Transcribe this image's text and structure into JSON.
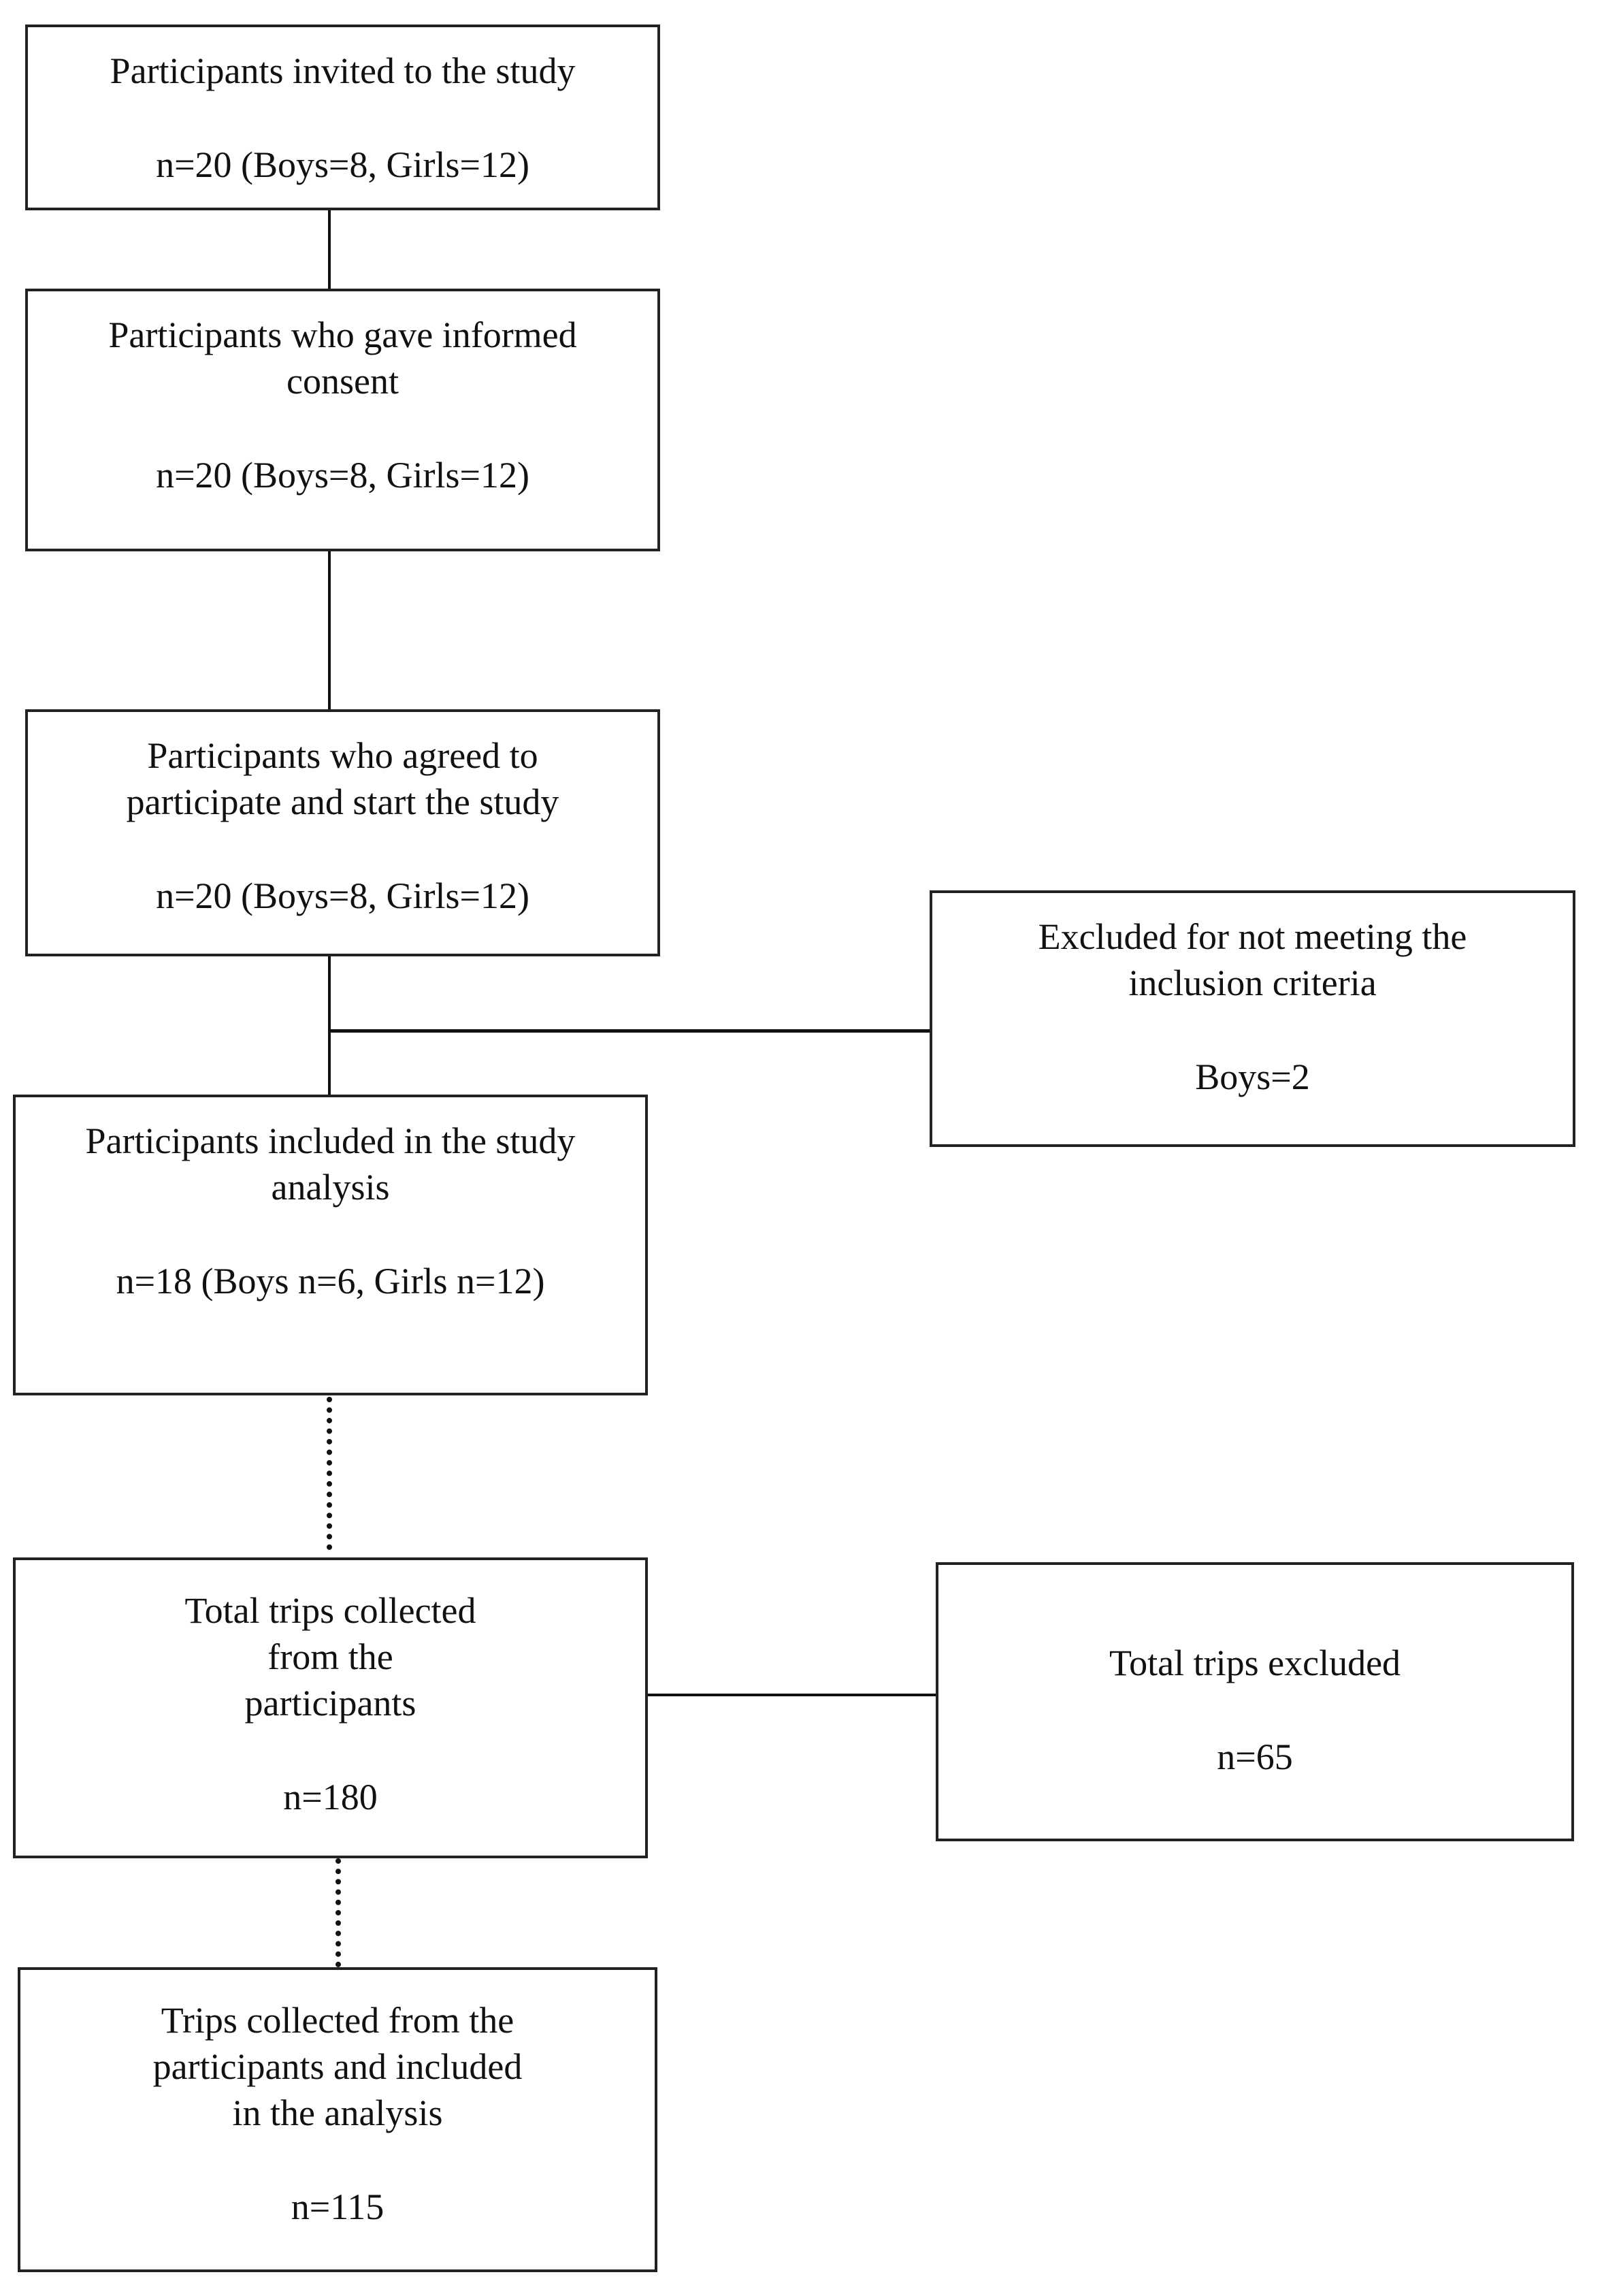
{
  "boxes": {
    "invited": {
      "title": "Participants invited to the study",
      "count": "n=20 (Boys=8, Girls=12)"
    },
    "consent": {
      "title": "Participants who gave informed\nconsent",
      "count": "n=20 (Boys=8, Girls=12)"
    },
    "agreed": {
      "title": "Participants who agreed to\nparticipate and start the study",
      "count": "n=20 (Boys=8, Girls=12)"
    },
    "excluded": {
      "title": "Excluded for not meeting the\ninclusion criteria",
      "count": "Boys=2"
    },
    "included": {
      "title": "Participants included in the study\nanalysis",
      "count": "n=18 (Boys n=6, Girls n=12)"
    },
    "trips_total": {
      "title": "Total trips collected\nfrom the\nparticipants",
      "count": "n=180"
    },
    "trips_excluded": {
      "title": "Total trips excluded",
      "count": "n=65"
    },
    "trips_included": {
      "title": "Trips collected from the\nparticipants and included\nin the analysis",
      "count": "n=115"
    }
  }
}
